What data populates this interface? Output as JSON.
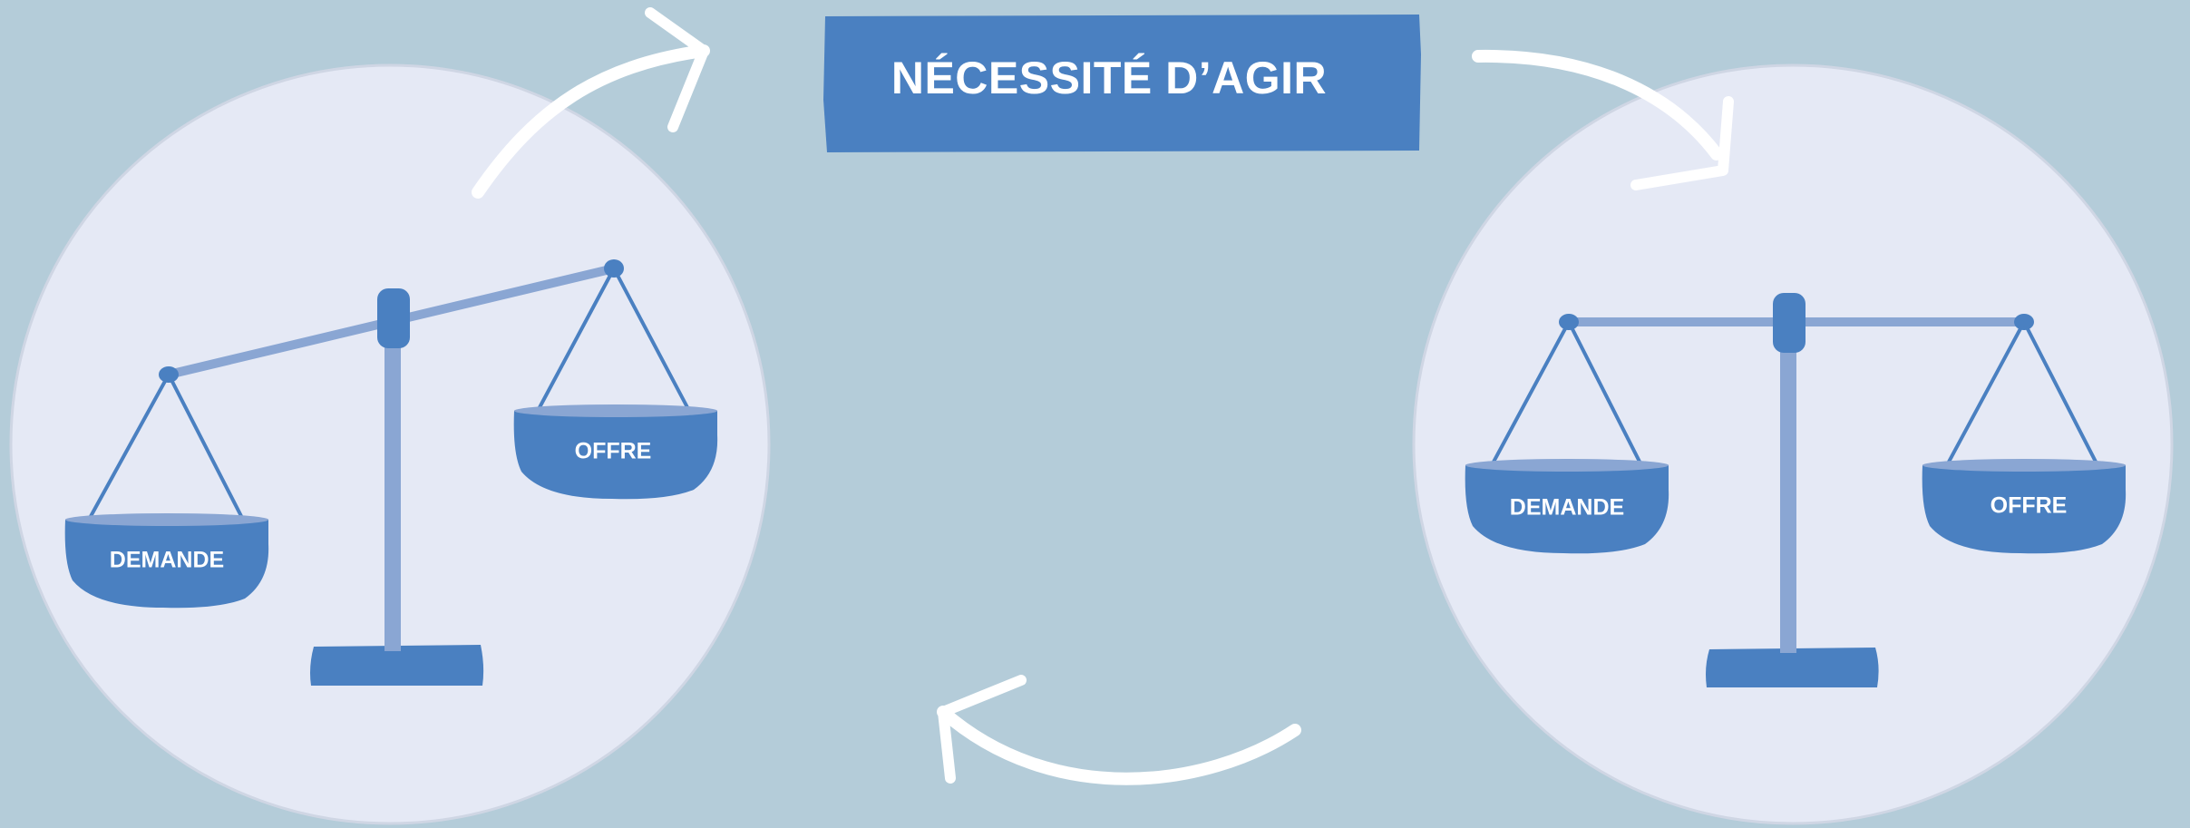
{
  "title": "NÉCESSITÉ  D’AGIR",
  "unbalanced": {
    "pan_left": "DEMANDE",
    "pan_right": "OFFRE"
  },
  "balanced": {
    "pan_left": "DEMANDE",
    "pan_right": "OFFRE"
  },
  "colors": {
    "background": "#b4ccd9",
    "circle": "#e5e9f5",
    "scale_blue": "#4a80c1",
    "scale_light": "#8aa6d3",
    "arrow": "#ffffff"
  },
  "icons": [
    "scale-icon",
    "curved-arrow-icon"
  ]
}
